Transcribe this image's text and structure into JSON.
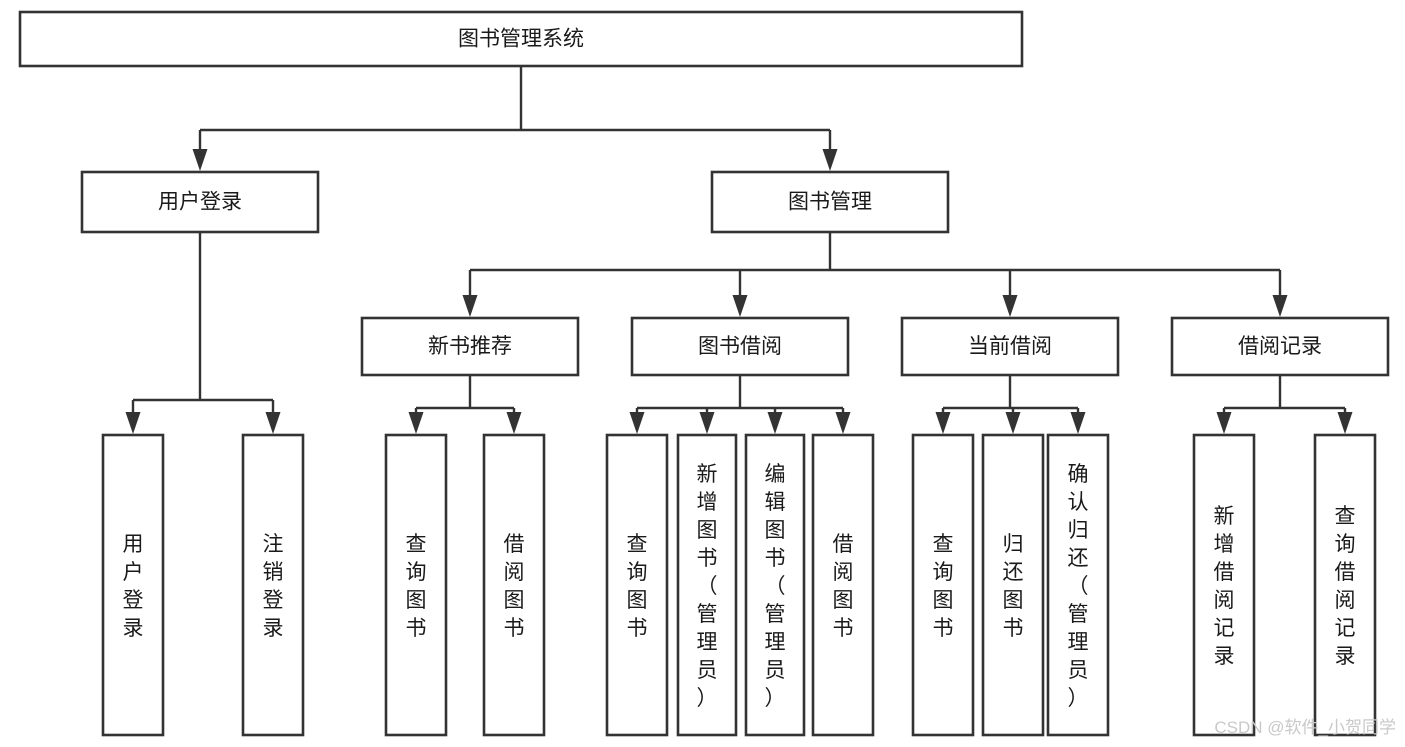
{
  "diagram": {
    "type": "tree",
    "orientation": "top-down",
    "title": "图书管理系统",
    "colors": {
      "background": "#ffffff",
      "box_fill": "#ffffff",
      "box_stroke": "#333333",
      "text": "#1a1a1a",
      "connector": "#333333",
      "watermark": "#c9c9c9"
    },
    "levels": [
      {
        "level": 1,
        "nodes": [
          {
            "id": "root",
            "label": "图书管理系统",
            "text_orientation": "horizontal"
          }
        ]
      },
      {
        "level": 2,
        "nodes": [
          {
            "id": "login",
            "label": "用户登录",
            "text_orientation": "horizontal",
            "parent": "root"
          },
          {
            "id": "bookmgmt",
            "label": "图书管理",
            "text_orientation": "horizontal",
            "parent": "root"
          }
        ]
      },
      {
        "level": 3,
        "nodes": [
          {
            "id": "newbook",
            "label": "新书推荐",
            "text_orientation": "horizontal",
            "parent": "bookmgmt"
          },
          {
            "id": "borrow",
            "label": "图书借阅",
            "text_orientation": "horizontal",
            "parent": "bookmgmt"
          },
          {
            "id": "current",
            "label": "当前借阅",
            "text_orientation": "horizontal",
            "parent": "bookmgmt"
          },
          {
            "id": "records",
            "label": "借阅记录",
            "text_orientation": "horizontal",
            "parent": "bookmgmt"
          }
        ]
      },
      {
        "level": 4,
        "nodes": [
          {
            "id": "leaf-user-login",
            "label": "用户登录",
            "text_orientation": "vertical",
            "parent": "login"
          },
          {
            "id": "leaf-user-logout",
            "label": "注销登录",
            "text_orientation": "vertical",
            "parent": "login"
          },
          {
            "id": "leaf-query-book-1",
            "label": "查询图书",
            "text_orientation": "vertical",
            "parent": "newbook"
          },
          {
            "id": "leaf-borrow-book-1",
            "label": "借阅图书",
            "text_orientation": "vertical",
            "parent": "newbook"
          },
          {
            "id": "leaf-query-book-2",
            "label": "查询图书",
            "text_orientation": "vertical",
            "parent": "borrow"
          },
          {
            "id": "leaf-add-book",
            "label": "新增图书（管理员）",
            "text_orientation": "vertical",
            "parent": "borrow"
          },
          {
            "id": "leaf-edit-book",
            "label": "编辑图书（管理员）",
            "text_orientation": "vertical",
            "parent": "borrow"
          },
          {
            "id": "leaf-borrow-book-2",
            "label": "借阅图书",
            "text_orientation": "vertical",
            "parent": "borrow"
          },
          {
            "id": "leaf-query-book-3",
            "label": "查询图书",
            "text_orientation": "vertical",
            "parent": "current"
          },
          {
            "id": "leaf-return-book",
            "label": "归还图书",
            "text_orientation": "vertical",
            "parent": "current"
          },
          {
            "id": "leaf-confirm-return",
            "label": "确认归还（管理员）",
            "text_orientation": "vertical",
            "parent": "current"
          },
          {
            "id": "leaf-add-record",
            "label": "新增借阅记录",
            "text_orientation": "vertical",
            "parent": "records"
          },
          {
            "id": "leaf-query-record",
            "label": "查询借阅记录",
            "text_orientation": "vertical",
            "parent": "records"
          }
        ]
      }
    ],
    "watermark": "CSDN @软件_小贺同学"
  }
}
